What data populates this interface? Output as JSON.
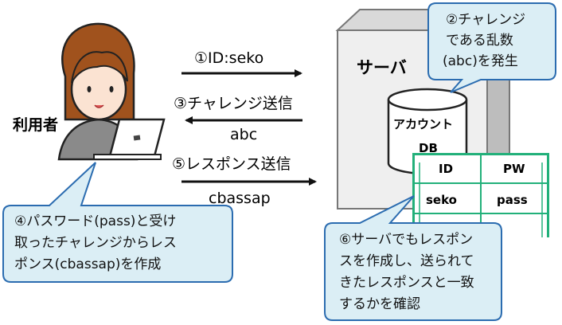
{
  "user": {
    "label": "利用者"
  },
  "server": {
    "label": "サーバ",
    "db_line1": "アカウント",
    "db_line2": "DB"
  },
  "table": {
    "headers": [
      "ID",
      "PW"
    ],
    "row": [
      "seko",
      "pass"
    ]
  },
  "steps": {
    "step1": "①ID:seko",
    "step3_label": "③チャレンジ送信",
    "step3_value": "abc",
    "step5_label": "⑤レスポンス送信",
    "step5_value": "cbassap"
  },
  "callouts": {
    "challenge": [
      "②チャレンジ",
      "である乱数",
      "(abc)を発生"
    ],
    "user": [
      "④パスワード(pass)と受け",
      "取ったチャレンジからレス",
      "ポンス(cbassap)を作成"
    ],
    "server": [
      "⑥サーバでもレスポン",
      "スを作成し、送られて",
      "きたレスポンスと一致",
      "するかを確認"
    ]
  },
  "colors": {
    "callout_fill": "#dbeef5",
    "callout_border": "#2b6cb0",
    "table_border": "#22b07a",
    "server_fill": "#e6e6e6",
    "server_border": "#777777",
    "hair": "#9a4f1a",
    "shirt": "#8a8a8a"
  }
}
